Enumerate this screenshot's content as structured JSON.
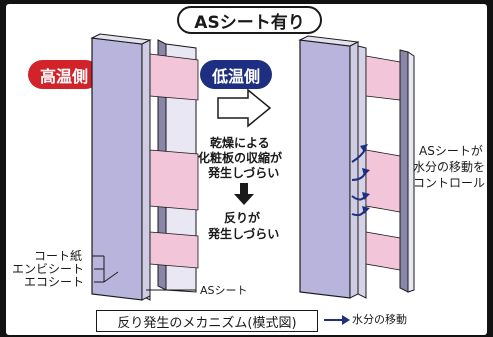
{
  "title": "ASシート有り",
  "badges": {
    "high_temp": "高温側",
    "low_temp": "低温側"
  },
  "middle_text": {
    "line1": "乾燥による",
    "line2": "化粧板の収縮が",
    "line3": "発生しづらい",
    "line4": "反りが",
    "line5": "発生しづらい"
  },
  "right_text": {
    "line1": "ASシートが",
    "line2": "水分の移動を",
    "line3": "コントロール"
  },
  "layer_labels": {
    "coat_paper": "コート紙",
    "pvc_sheet": "エンビシート",
    "eco_sheet": "エコシート",
    "as_sheet": "ASシート"
  },
  "caption": "反り発生のメカニズム(模式図)",
  "legend": {
    "label": "水分の移動"
  },
  "colors": {
    "high_temp_badge": "#d2232a",
    "low_temp_badge": "#1e2f82",
    "panel_face": "#b9b4dc",
    "cavity": "#f2c6d8",
    "arrow_blue": "#1e2f82",
    "line": "#1a1a1a"
  }
}
